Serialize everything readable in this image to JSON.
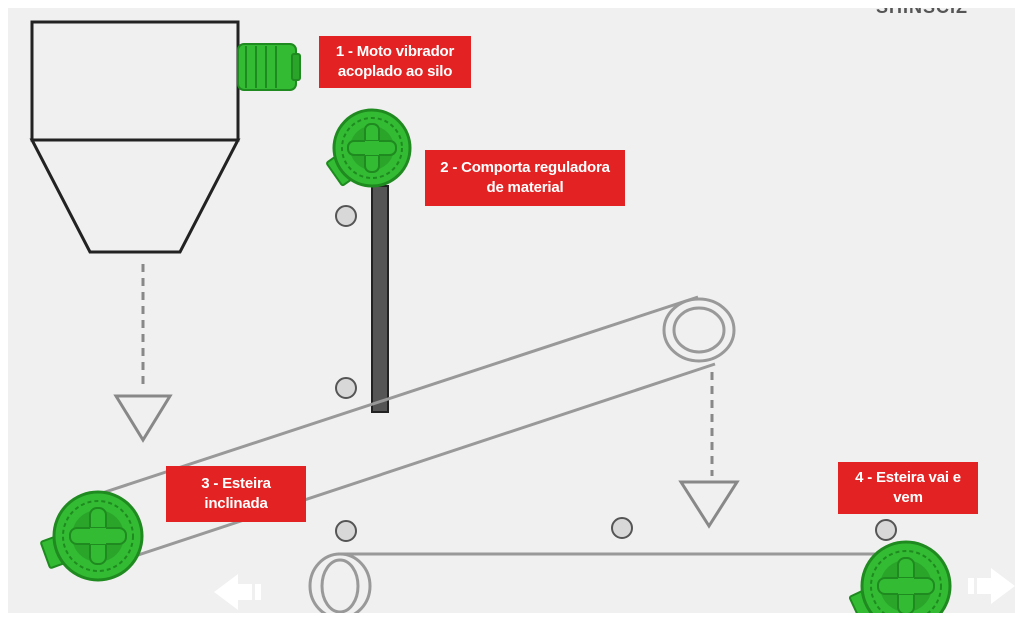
{
  "header": {
    "corner_text": "SHINSCIZ"
  },
  "labels": {
    "vibrator": "1 - Moto vibrador\nacoplado ao silo",
    "gate": "2 - Comporta reguladora\nde material",
    "inclined_belt": "3 - Esteira\ninclinada",
    "shuttle_belt": "4 - Esteira vai e\nvem"
  },
  "colors": {
    "motor_green": "#33bb33",
    "motor_dark": "#1f8a1f",
    "label_red": "#e32323",
    "outline": "#999999",
    "silo_outline": "#222222"
  },
  "icons": [
    "motor-icon",
    "arrow-left-icon",
    "arrow-right-icon",
    "triangle-down-icon",
    "sensor-circle-icon"
  ]
}
